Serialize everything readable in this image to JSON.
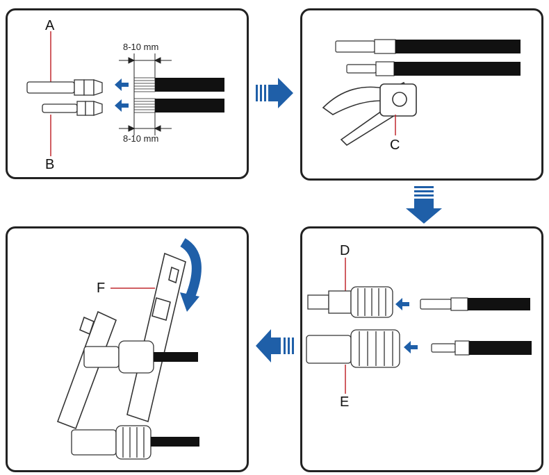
{
  "panels": {
    "strip": {
      "label_a": "A",
      "label_b": "B",
      "dim_top": "8-10 mm",
      "dim_bottom": "8-10 mm"
    },
    "crimp": {
      "label_c": "C"
    },
    "insert": {
      "label_d": "D",
      "label_e": "E"
    },
    "tighten": {
      "label_f": "F"
    }
  },
  "colors": {
    "arrow": "#1f5fa8",
    "outline": "#222222",
    "cable": "#111111"
  },
  "icons": [
    "step-arrow-right-icon",
    "step-arrow-down-icon",
    "step-arrow-left-icon",
    "push-arrow-icon",
    "rotate-arrow-icon"
  ]
}
